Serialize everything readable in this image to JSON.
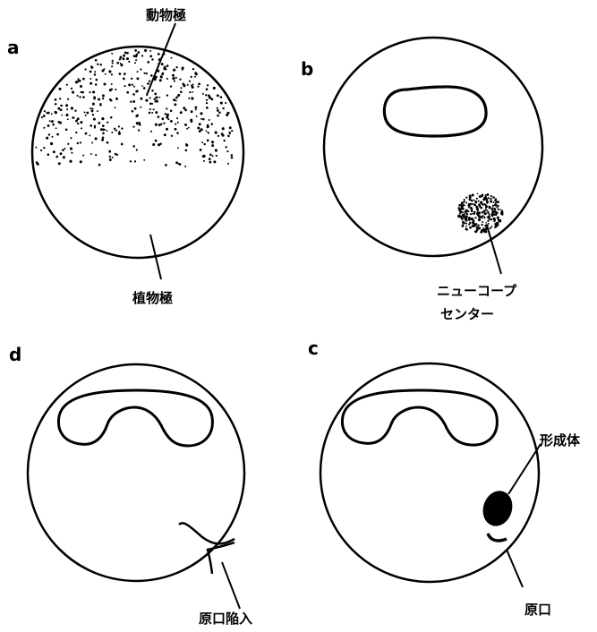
{
  "panels": {
    "a": {
      "letter": "a",
      "animal_pole": "動物極",
      "vegetal_pole": "植物極"
    },
    "b": {
      "letter": "b",
      "nieuwkoop_line1": "ニューコープ",
      "nieuwkoop_line2": "センター"
    },
    "d": {
      "letter": "d",
      "blastopore_invagination": "原口陥入"
    },
    "c": {
      "letter": "c",
      "organizer": "形成体",
      "blastopore": "原口"
    }
  },
  "colors": {
    "ink": "#000000",
    "paper": "#ffffff"
  }
}
